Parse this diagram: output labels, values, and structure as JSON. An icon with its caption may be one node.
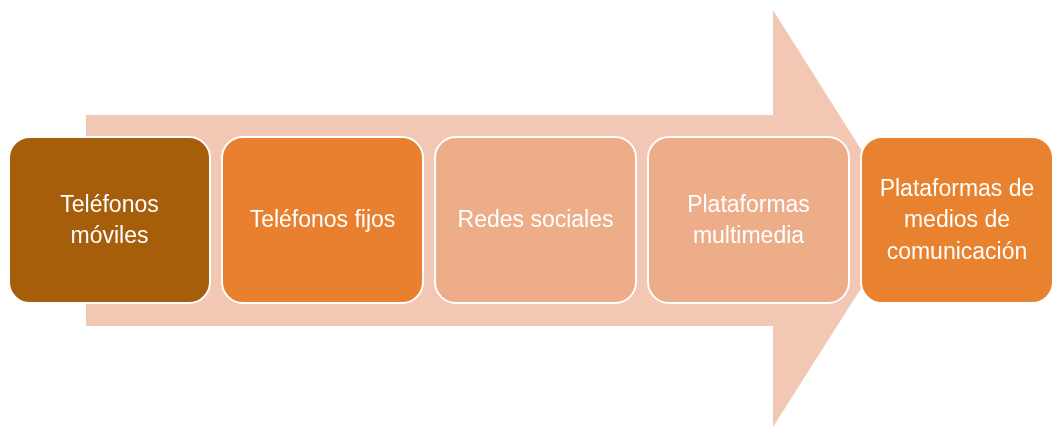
{
  "diagram": {
    "nodes": [
      {
        "text": [
          "Teléfonos móviles"
        ]
      },
      {
        "text": [
          "Teléfonos fijos"
        ]
      },
      {
        "text": [
          "Redes sociales"
        ]
      },
      {
        "text": [
          "Plataformas multimedia"
        ]
      },
      {
        "text": [
          "Plataformas de medios de comunicación"
        ]
      }
    ],
    "edges": [
      {
        "from": 0,
        "to": 4,
        "arrow": "to"
      }
    ]
  }
}
